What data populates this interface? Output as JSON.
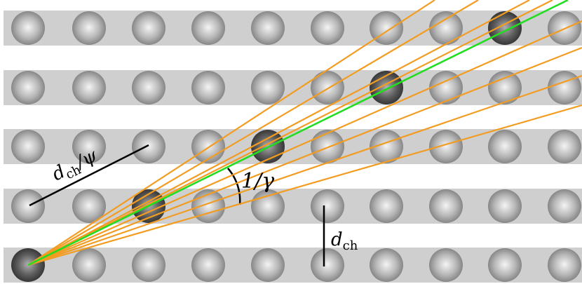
{
  "labels": {
    "angle": "1/γ",
    "spacing_d": "d",
    "spacing_sub": "ch",
    "diag_d": "d",
    "diag_sub": "ch",
    "diag_suffix": "/ψ"
  },
  "colors": {
    "background": "#ffffff",
    "row_band": "#cfcfcf",
    "atom_light": "#f4f4f4",
    "atom_mid": "#9a9a9a",
    "atom_dark_center": "#b0b0b0",
    "atom_dark_edge": "#2d2d2d",
    "central_ray": "#22dd22",
    "cone_rays": "#f29c22",
    "annotation_lines": "#000000"
  }
}
